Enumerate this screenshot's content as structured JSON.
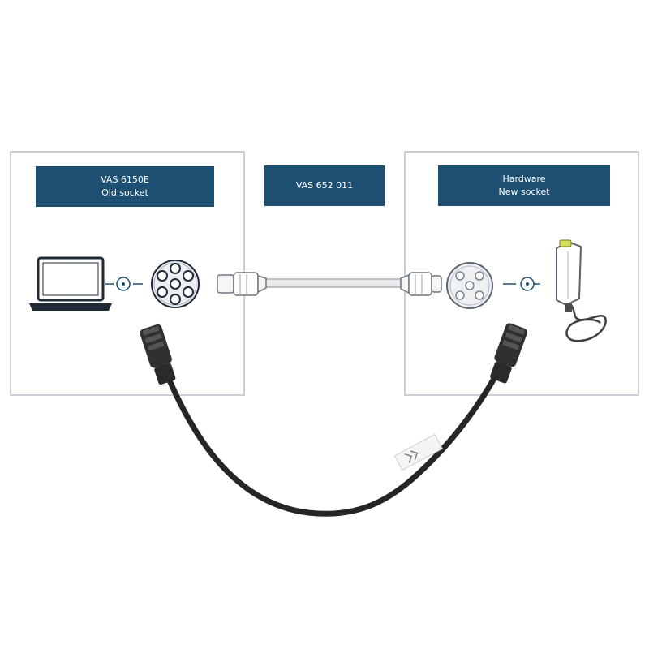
{
  "labels": {
    "left_line1": "VAS 6150E",
    "left_line2": "Old socket",
    "middle": "VAS 652 011",
    "right_line1": "Hardware",
    "right_line2": "New socket"
  },
  "colors": {
    "label_bg": "#1d4f73",
    "label_text": "#ffffff",
    "panel_border": "#c9d0d6",
    "cable": "#2b2b2b",
    "gray_cable": "#d6d8da"
  },
  "icons": [
    "laptop-icon",
    "old-socket-icon",
    "new-socket-icon",
    "vci-device-icon",
    "connection-dot-icon",
    "adapter-cable-icon"
  ]
}
